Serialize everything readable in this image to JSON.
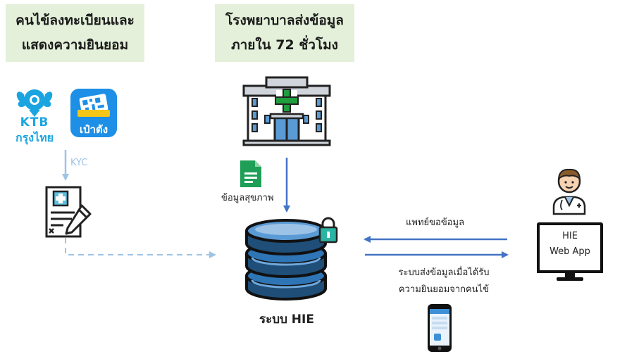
{
  "patient_box": {
    "line1": "คนไข้ลงทะเบียนและ",
    "line2": "แสดงความยินยอม"
  },
  "hospital_box": {
    "line1": "โรงพยาบาลส่งข้อมูล",
    "line2": "ภายใน 72 ชั่วโมง"
  },
  "apps": {
    "ktb_logo_top": "KTB",
    "ktb_logo_bottom": "กรุงไทย",
    "paotang_label": "เป๋าตัง"
  },
  "kyc_label": "KYC",
  "health_data_label": "ข้อมูลสุขภาพ",
  "system_label": "ระบบ HIE",
  "doctor_request_label": "แพทย์ขอข้อมูล",
  "send_note": {
    "line1": "ระบบส่งข้อมูลเมื่อได้รับ",
    "line2": "ความยินยอมจากคนไข้"
  },
  "web_app": {
    "line1": "HIE",
    "line2": "Web App"
  },
  "colors": {
    "box_fill": "#e4f0da",
    "arrow_blue": "#4472c4",
    "kyc_arrow": "#9dc3e6",
    "ktb_blue": "#1ba5e0",
    "db_blue": "#1f4e79",
    "cross_green": "#2ca02c",
    "lock_teal": "#2bb3a3"
  }
}
